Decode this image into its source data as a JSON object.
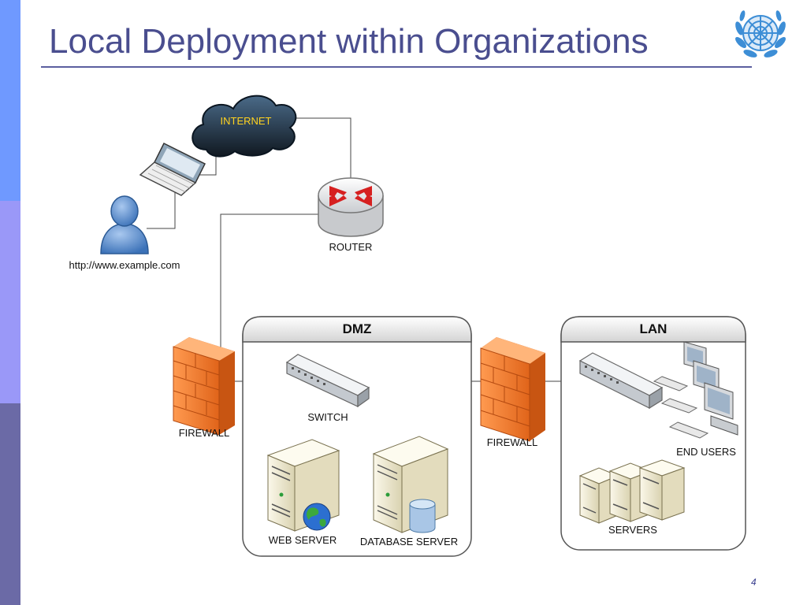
{
  "slide": {
    "title": "Local Deployment within Organizations",
    "number": "4"
  },
  "colors": {
    "sidebar_top": "#6f99ff",
    "sidebar_mid": "#9a98f8",
    "sidebar_bottom": "#6b6aa6",
    "title": "#4a4e8f",
    "firewall": "#f07a2a",
    "cloud": "#1c2a3a",
    "router_arrows": "#d62020"
  },
  "diagram": {
    "internet_label": "INTERNET",
    "url_label": "http://www.example.com",
    "router_label": "ROUTER",
    "firewall_left_label": "FIREWALL",
    "firewall_right_label": "FIREWALL",
    "dmz_title": "DMZ",
    "lan_title": "LAN",
    "switch_label": "SWITCH",
    "web_server_label": "WEB SERVER",
    "database_server_label": "DATABASE SERVER",
    "end_users_label": "END USERS",
    "servers_label": "SERVERS"
  },
  "icons": [
    "un-emblem-icon",
    "internet-cloud-icon",
    "laptop-icon",
    "user-icon",
    "router-icon",
    "firewall-icon",
    "switch-icon",
    "server-icon",
    "globe-icon",
    "database-icon",
    "workstation-icon"
  ]
}
